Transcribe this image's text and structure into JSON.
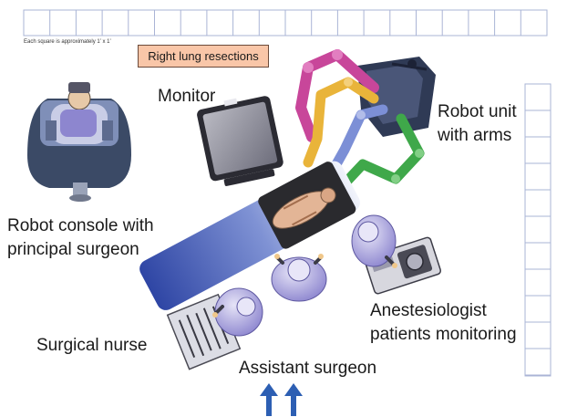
{
  "title": "Right lung resections",
  "scale_note": "Each square is approximately 1’ x 1’",
  "labels": {
    "monitor": "Monitor",
    "robot_unit": "Robot unit\nwith arms",
    "console": "Robot console with\nprincipal surgeon",
    "anesthesiologist": "Anestesiologist\npatients monitoring",
    "nurse": "Surgical nurse",
    "assistant": "Assistant surgeon"
  },
  "icons": {
    "console": "robot-console-icon",
    "monitor": "monitor-icon",
    "robot": "robot-arms-icon",
    "table": "operating-table-icon",
    "patient": "patient-icon",
    "assistant": "assistant-surgeon-icon",
    "nurse": "surgical-nurse-icon",
    "anesthesiologist": "anesthesiologist-icon",
    "arrows": "entry-arrows-icon"
  },
  "colors": {
    "grid_line": "#aab4d6",
    "title_fill": "#f9c6a8",
    "console_body": "#3b4a66",
    "robot_dark": "#2f3a55",
    "arm_magenta": "#c8469a",
    "arm_yellow": "#e9b43a",
    "arm_blue": "#7c8fd6",
    "arm_green": "#3fa84a",
    "table_blue": "#3d56b0",
    "person_purple": "#8d86cf",
    "arrow_blue": "#2d5fb3"
  }
}
